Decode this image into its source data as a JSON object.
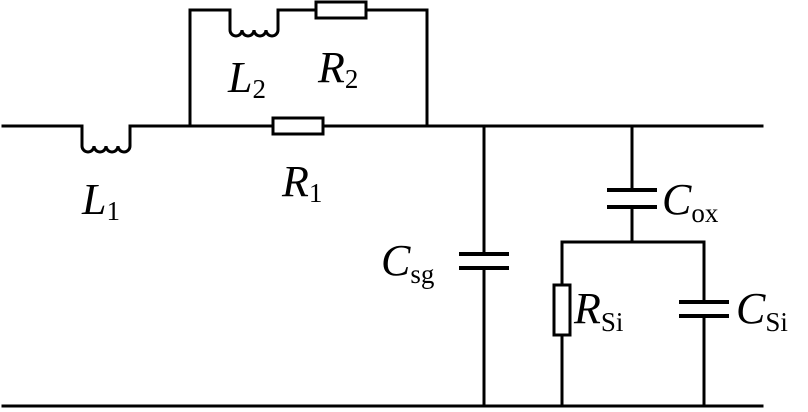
{
  "diagram": {
    "line_color": "#000000",
    "background": "#ffffff",
    "components": {
      "L1": {
        "symbol": "L",
        "sub": "1",
        "kind": "inductor"
      },
      "L2": {
        "symbol": "L",
        "sub": "2",
        "kind": "inductor"
      },
      "R1": {
        "symbol": "R",
        "sub": "1",
        "kind": "resistor"
      },
      "R2": {
        "symbol": "R",
        "sub": "2",
        "kind": "resistor"
      },
      "Csg": {
        "symbol": "C",
        "sub": "sg",
        "kind": "capacitor"
      },
      "Cox": {
        "symbol": "C",
        "sub": "ox",
        "kind": "capacitor"
      },
      "RSi": {
        "symbol": "R",
        "sub": "Si",
        "kind": "resistor"
      },
      "CSi": {
        "symbol": "C",
        "sub": "Si",
        "kind": "capacitor"
      }
    }
  }
}
